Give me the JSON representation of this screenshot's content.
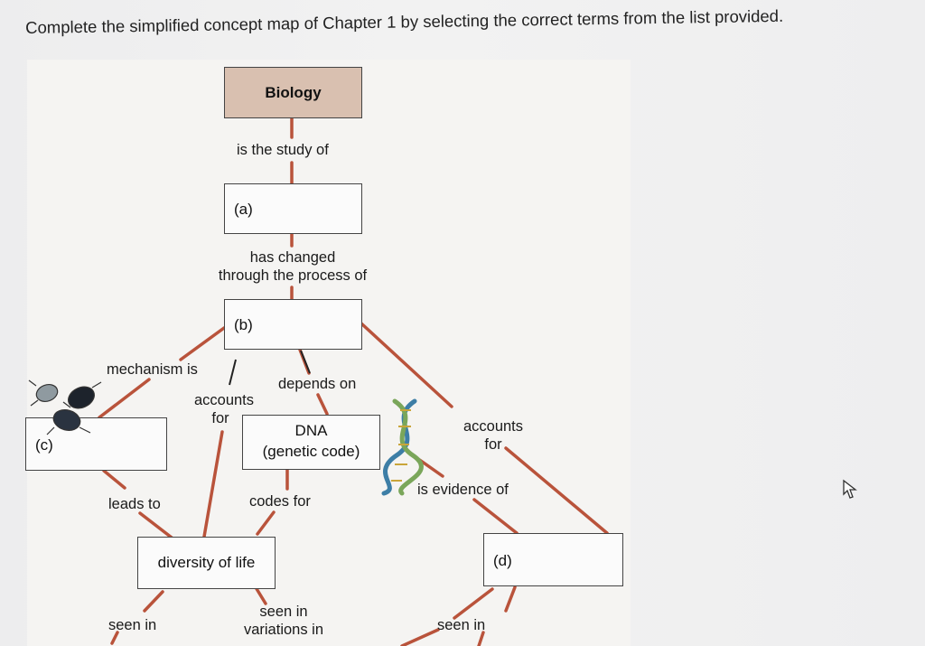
{
  "instruction": "Complete the simplified concept map of Chapter 1 by selecting the correct terms from the list provided.",
  "map": {
    "top_box": "Biology",
    "box_a": "(a)",
    "box_b": "(b)",
    "box_c_label": "(c)",
    "box_d": "(d)",
    "dna_line1": "DNA",
    "dna_line2": "(genetic code)",
    "diversity_box": "diversity of life",
    "links": {
      "is_study_of": "is the study of",
      "has_changed_1": "has changed",
      "has_changed_2": "through the process of",
      "mechanism_is": "mechanism is",
      "depends_on": "depends on",
      "accounts_for_left_1": "accounts",
      "accounts_for_left_2": "for",
      "accounts_for_right_1": "accounts",
      "accounts_for_right_2": "for",
      "is_evidence_of": "is evidence of",
      "leads_to": "leads to",
      "codes_for": "codes for",
      "seen_in_left": "seen in",
      "seen_in_variations_1": "seen in",
      "seen_in_variations_2": "variations in",
      "seen_in_right": "seen in"
    }
  },
  "icons": [
    "beetles-image",
    "dna-helix-image",
    "mouse-cursor-icon"
  ],
  "colors": {
    "title_box": "#d9c0b0",
    "connector": "#b9533b",
    "text": "#111111"
  }
}
